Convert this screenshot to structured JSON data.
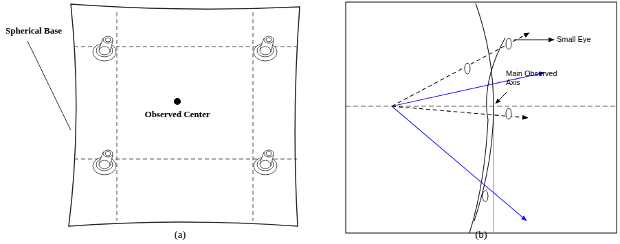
{
  "diagram": {
    "labels": [
      "Spherical Base",
      "Observed Center",
      "Small Eye",
      "Main Observed Axis",
      "(a)",
      "(b)"
    ]
  }
}
